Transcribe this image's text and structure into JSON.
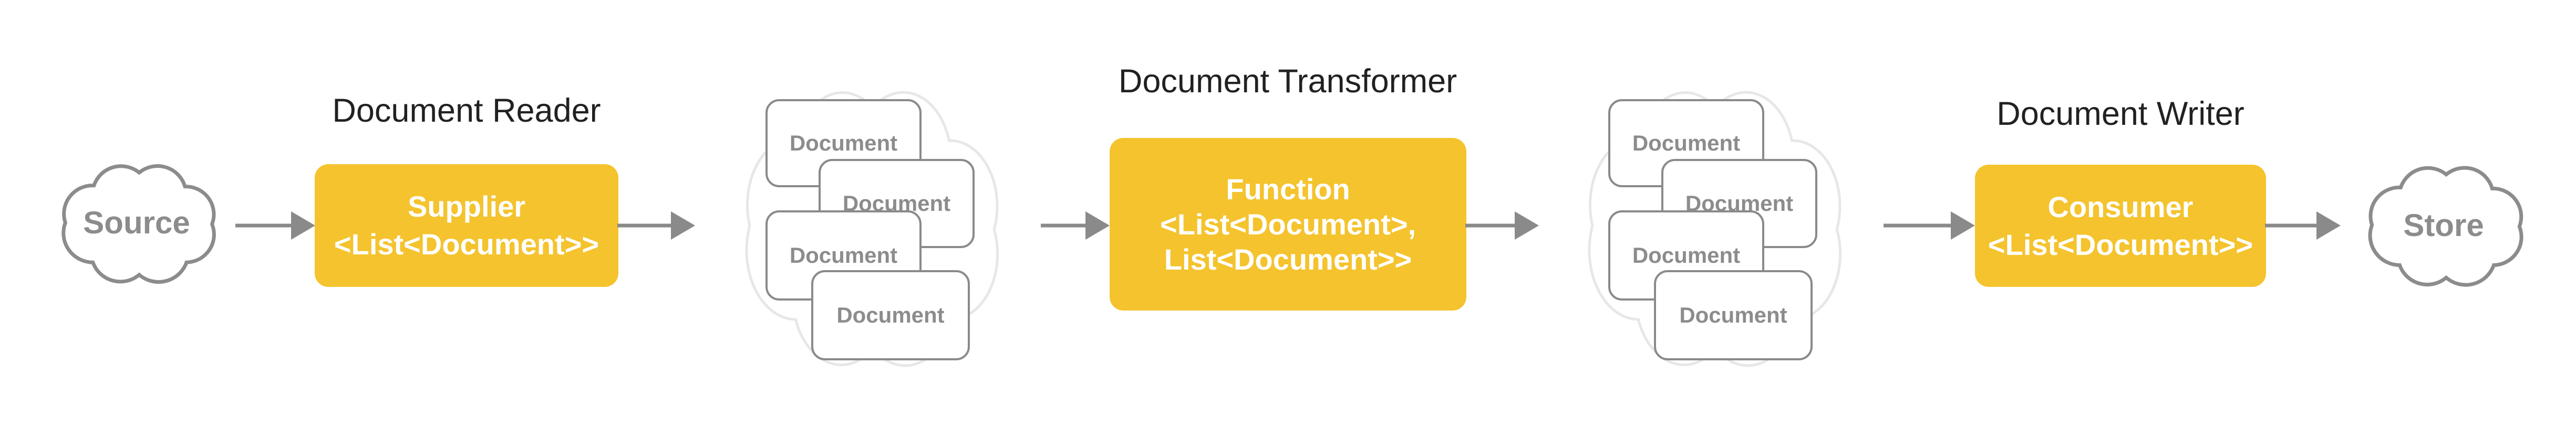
{
  "colors": {
    "accent_yellow": "#F4C32D",
    "arrow_gray": "#8A8A8A",
    "dark_cloud_outline": "#8C8C8C",
    "light_cloud_outline": "#E7E7E7",
    "card_outline": "#8A8A8A",
    "card_text_gray": "#8C8C8C",
    "title_text": "#212121",
    "box_text": "#FFFFFF"
  },
  "source": {
    "label": "Source"
  },
  "reader": {
    "title": "Document Reader",
    "box_lines": [
      "Supplier",
      "<List<Document>>"
    ]
  },
  "transformer": {
    "title": "Document Transformer",
    "box_lines": [
      "Function",
      "<List<Document>,",
      "List<Document>>"
    ]
  },
  "writer": {
    "title": "Document Writer",
    "box_lines": [
      "Consumer",
      "<List<Document>>"
    ]
  },
  "doc_clouds": [
    {
      "cards": [
        "Document",
        "Document",
        "Document",
        "Document"
      ]
    },
    {
      "cards": [
        "Document",
        "Document",
        "Document",
        "Document"
      ]
    }
  ],
  "store": {
    "label": "Store"
  }
}
